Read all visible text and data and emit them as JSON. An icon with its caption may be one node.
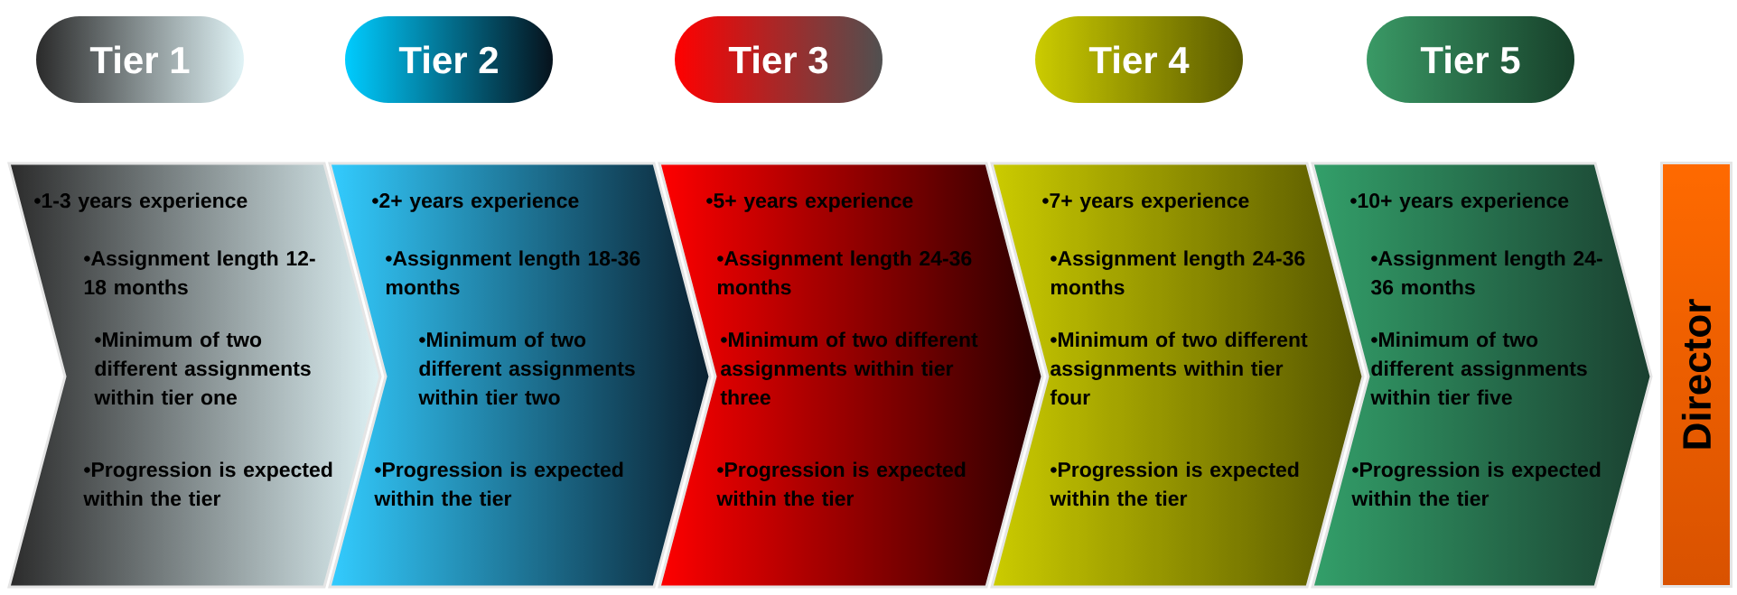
{
  "diagram": {
    "nodes": [
      {
        "text": [
          "Tier 1"
        ]
      },
      {
        "text": [
          "Tier 2"
        ]
      },
      {
        "text": [
          "Tier 3"
        ]
      },
      {
        "text": [
          "Tier 4"
        ]
      },
      {
        "text": [
          "Tier 5"
        ]
      },
      {
        "text": [
          "•1-3 years experience",
          "•Assignment length 12-18 months",
          "•Minimum of two different assignments within tier one",
          "•Progression is expected within the tier"
        ]
      },
      {
        "text": [
          "•2+ years experience",
          "•Assignment length 18-36 months",
          "•Minimum of two different assignments within tier two",
          "•Progression is expected within the tier"
        ]
      },
      {
        "text": [
          "•5+ years experience",
          "•Assignment length 24-36 months",
          "•Minimum of two different assignments within tier three",
          "•Progression is expected within the tier"
        ]
      },
      {
        "text": [
          "•7+ years experience",
          "•Assignment length 24-36 months",
          "•Minimum of two different assignments within tier four",
          "•Progression is expected within the tier"
        ]
      },
      {
        "text": [
          "•10+ years experience",
          "•Assignment length 24-36 months",
          "•Minimum of two different assignments within tier five",
          "•Progression is expected within the tier"
        ]
      },
      {
        "text": [
          "Director"
        ]
      }
    ]
  }
}
